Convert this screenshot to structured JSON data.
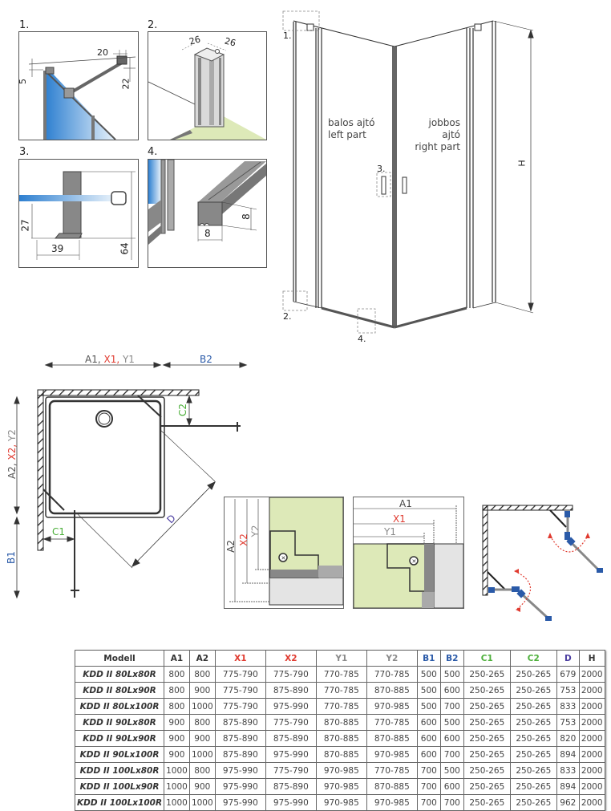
{
  "details": [
    {
      "number": "1.",
      "dims": [
        "20",
        "5",
        "22"
      ]
    },
    {
      "number": "2.",
      "dims": [
        "26",
        "26"
      ]
    },
    {
      "number": "3.",
      "dims": [
        "27",
        "39",
        "64"
      ]
    },
    {
      "number": "4.",
      "dims": [
        "8",
        "8"
      ]
    }
  ],
  "main_drawing": {
    "left_part": {
      "line1": "balos ajtó",
      "line2": "left part"
    },
    "right_part": {
      "line1": "jobbos ajtó",
      "line2": "right part"
    },
    "height_label": "H",
    "callouts": [
      "1.",
      "2.",
      "3.",
      "4."
    ]
  },
  "plan": {
    "top_dim": {
      "a": "A1, ",
      "x": "X1, ",
      "y": "Y1"
    },
    "b2": "B2",
    "side_dim": {
      "a": "A2, ",
      "x": "X2, ",
      "y": "Y2"
    },
    "b1": "B1",
    "c1": "C1",
    "c2": "C2",
    "d": "D"
  },
  "detail_left": {
    "a": "A2",
    "x": "X2",
    "y": "Y2"
  },
  "detail_right": {
    "a": "A1",
    "x": "X1",
    "y": "Y1"
  },
  "colors": {
    "red": "#e03a2f",
    "grey": "#8a8a8a",
    "blue": "#2a5aa8",
    "green": "#4caf3a",
    "purple": "#4a3ca0",
    "floor_green": "#dde9b8",
    "glass_blue": "#2d7fd0"
  },
  "table": {
    "headers": [
      "Modell",
      "A1",
      "A2",
      "X1",
      "X2",
      "Y1",
      "Y2",
      "B1",
      "B2",
      "C1",
      "C2",
      "D",
      "H"
    ],
    "header_colors": [
      "#333333",
      "#333333",
      "#333333",
      "#e03a2f",
      "#e03a2f",
      "#8a8a8a",
      "#8a8a8a",
      "#2a5aa8",
      "#2a5aa8",
      "#4caf3a",
      "#4caf3a",
      "#4a3ca0",
      "#333333"
    ],
    "rows": [
      [
        "KDD II 80Lx80R",
        "800",
        "800",
        "775-790",
        "775-790",
        "770-785",
        "770-785",
        "500",
        "500",
        "250-265",
        "250-265",
        "679",
        "2000"
      ],
      [
        "KDD II 80Lx90R",
        "800",
        "900",
        "775-790",
        "875-890",
        "770-785",
        "870-885",
        "500",
        "600",
        "250-265",
        "250-265",
        "753",
        "2000"
      ],
      [
        "KDD II 80Lx100R",
        "800",
        "1000",
        "775-790",
        "975-990",
        "770-785",
        "970-985",
        "500",
        "700",
        "250-265",
        "250-265",
        "833",
        "2000"
      ],
      [
        "KDD II 90Lx80R",
        "900",
        "800",
        "875-890",
        "775-790",
        "870-885",
        "770-785",
        "600",
        "500",
        "250-265",
        "250-265",
        "753",
        "2000"
      ],
      [
        "KDD II 90Lx90R",
        "900",
        "900",
        "875-890",
        "875-890",
        "870-885",
        "870-885",
        "600",
        "600",
        "250-265",
        "250-265",
        "820",
        "2000"
      ],
      [
        "KDD II 90Lx100R",
        "900",
        "1000",
        "875-890",
        "975-990",
        "870-885",
        "970-985",
        "600",
        "700",
        "250-265",
        "250-265",
        "894",
        "2000"
      ],
      [
        "KDD II 100Lx80R",
        "1000",
        "800",
        "975-990",
        "775-790",
        "970-985",
        "770-785",
        "700",
        "500",
        "250-265",
        "250-265",
        "833",
        "2000"
      ],
      [
        "KDD II 100Lx90R",
        "1000",
        "900",
        "975-990",
        "875-890",
        "970-985",
        "870-885",
        "700",
        "600",
        "250-265",
        "250-265",
        "894",
        "2000"
      ],
      [
        "KDD II 100Lx100R",
        "1000",
        "1000",
        "975-990",
        "975-990",
        "970-985",
        "970-985",
        "700",
        "700",
        "250-265",
        "250-265",
        "962",
        "2000"
      ]
    ]
  }
}
